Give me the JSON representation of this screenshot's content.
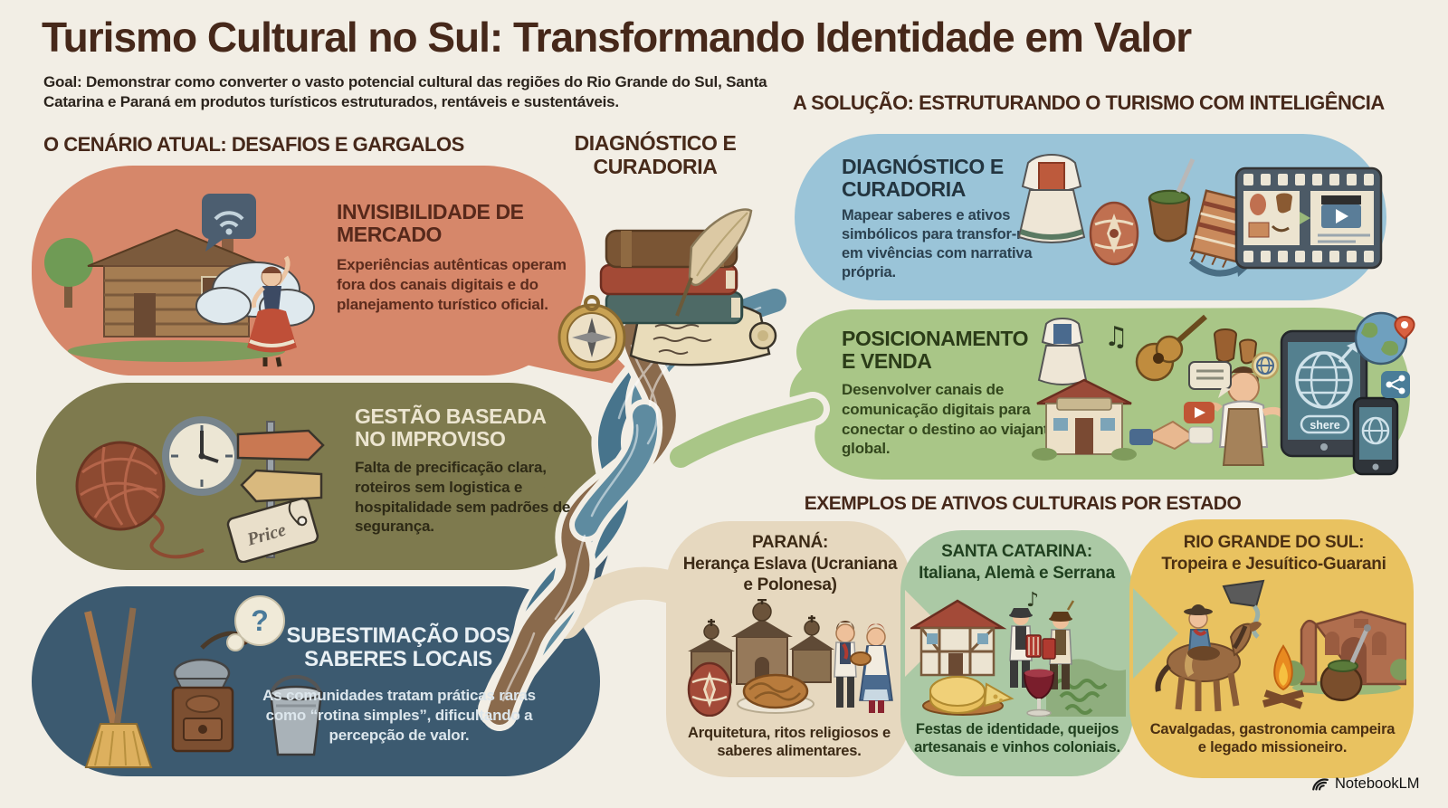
{
  "colors": {
    "background": "#f2eee5",
    "title_brown": "#46281a",
    "challenge_salmon": "#d6876a",
    "challenge_olive": "#7e7a4e",
    "challenge_slate": "#3c5a70",
    "solution_blue": "#9ac4d8",
    "solution_green": "#a9c687",
    "state_parana": "#e6d8bf",
    "state_santa_catarina": "#abc9a5",
    "state_rio_grande": "#e9c260",
    "river_teal": "#5e8ba0",
    "river_brown": "#8a6a4c",
    "river_steel": "#47748c"
  },
  "header": {
    "title": "Turismo Cultural no Sul: Transformando Identidade em Valor",
    "goal": "Goal: Demonstrar como converter o vasto potencial cultural das regiões do Rio Grande do Sul, Santa Catarina e Paraná em produtos turísticos estruturados, rentáveis e sustentáveis."
  },
  "current_scenario": {
    "heading": "O CENÁRIO ATUAL: DESAFIOS E GARGALOS",
    "challenges": [
      {
        "title": "INVISIBILIDADE DE MERCADO",
        "body": "Experiências autênticas operam fora dos canais digitais e do planejamento turístico oficial."
      },
      {
        "title": "GESTÃO BASEADA NO IMPROVISO",
        "body": "Falta de precificação clara, roteiros sem logistica e hospitalidade sem padrões de segurança.",
        "price_tag": "Price"
      },
      {
        "title": "SUBESTIMAÇÃO DOS SABERES LOCAIS",
        "body": "As comunidades tratam práticas raras como “rotina simples”, dificultando a percepção de valor.",
        "bubble": "?"
      }
    ]
  },
  "center": {
    "label": "DIAGNÓSTICO E CURADORIA"
  },
  "solution": {
    "heading": "A SOLUÇÃO: ESTRUTURANDO O TURISMO COM INTELIGÊNCIA",
    "steps": [
      {
        "title": "DIAGNÓSTICO E CURADORIA",
        "body": "Mapear saberes e ativos simbólicos para transfor-má-los em vivências com narrativa própria."
      },
      {
        "title": "POSICIONAMENTO E VENDA",
        "body": "Desenvolver canais de comunicação digitais para conectar o destino ao viajante global.",
        "tablet_button": "shere"
      }
    ]
  },
  "examples": {
    "heading": "EXEMPLOS DE ATIVOS CULTURAIS POR ESTADO",
    "states": [
      {
        "name": "PARANÁ:",
        "subtitle": "Herança Eslava (Ucraniana e Polonesa)",
        "caption": "Arquitetura, ritos religiosos e saberes alimentares."
      },
      {
        "name": "SANTA CATARINA:",
        "subtitle": "Italiana, Alemà e Serrana",
        "caption": "Festas de identidade, queijos artesanais e vinhos coloniais."
      },
      {
        "name": "RIO GRANDE DO SUL:",
        "subtitle": "Tropeira e Jesuítico-Guarani",
        "caption": "Cavalgadas, gastronomia campeira e legado missioneiro."
      }
    ]
  },
  "footer": {
    "brand": "NotebookLM"
  },
  "icons": {
    "music_note": "♪",
    "music_notes_double": "♫"
  }
}
